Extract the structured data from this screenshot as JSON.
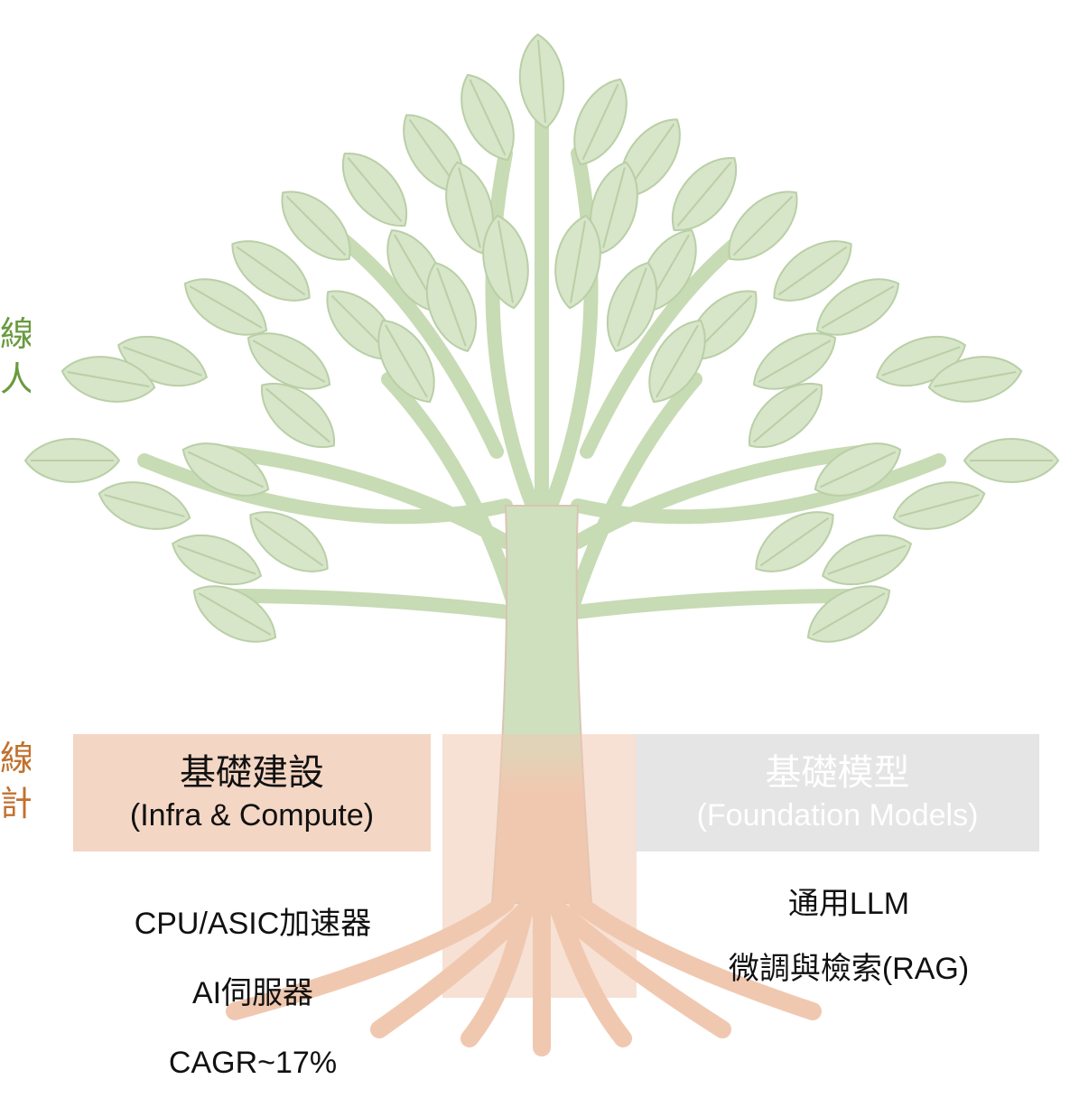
{
  "side_labels": {
    "green": [
      "線",
      "人"
    ],
    "orange": [
      "線",
      "計"
    ]
  },
  "boxes": {
    "infra": {
      "title": "基礎建設",
      "subtitle": "(Infra & Compute)"
    },
    "foundation": {
      "title": "基礎模型",
      "subtitle": "(Foundation Models)"
    }
  },
  "infra_items": [
    "CPU/ASIC加速器",
    "AI伺服器",
    "CAGR~17%"
  ],
  "foundation_items": [
    "通用LLM",
    "微調與檢索(RAG)"
  ],
  "colors": {
    "leaf": "#d7e5c9",
    "leaf_edge": "#b9cfa6",
    "branch": "#c7dbb4",
    "root": "#f0c8b0",
    "infra_box": "#f4d6c4",
    "green_text": "#6a9a3f",
    "orange_text": "#c0712f"
  }
}
